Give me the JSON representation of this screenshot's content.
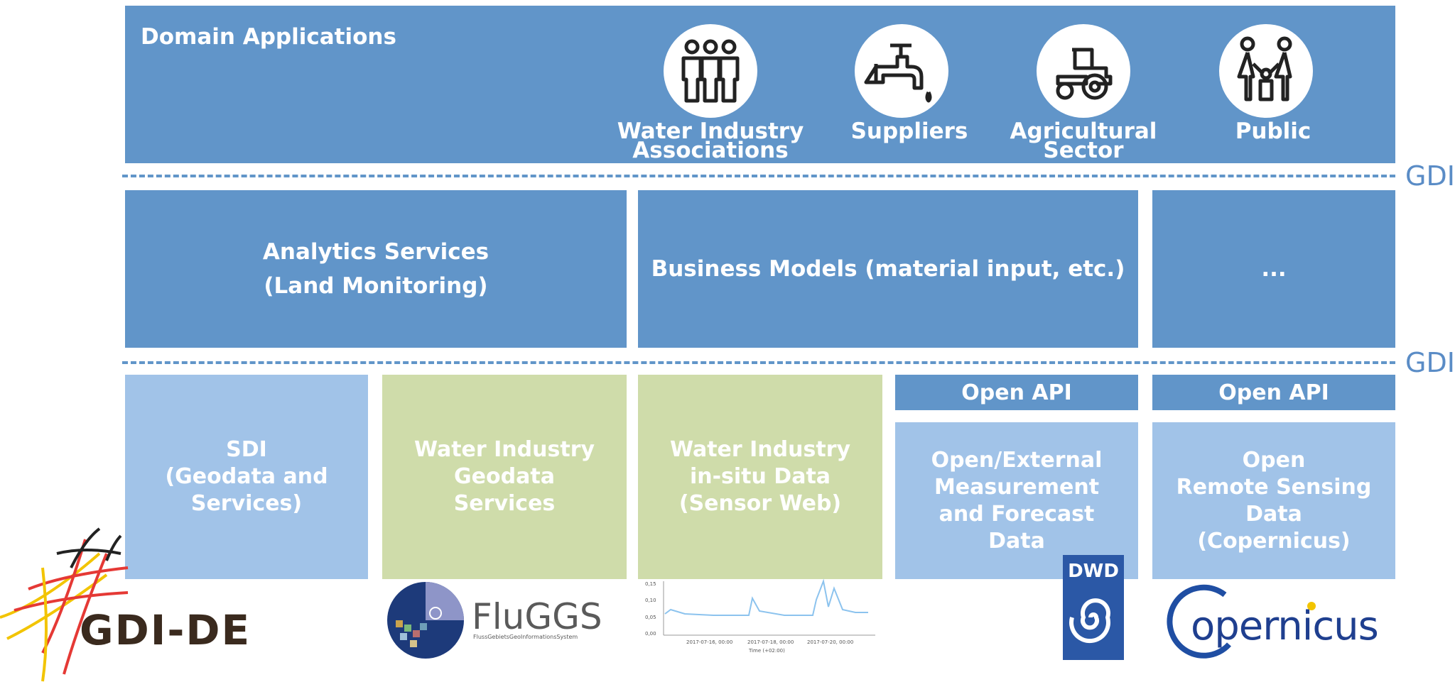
{
  "domain_applications": {
    "title": "Domain Applications",
    "stakeholders": [
      {
        "icon": "people-group-icon",
        "line1": "Water Industry",
        "line2": "Associations"
      },
      {
        "icon": "water-tap-icon",
        "line1": "Suppliers",
        "line2": ""
      },
      {
        "icon": "tractor-icon",
        "line1": "Agricultural",
        "line2": "Sector"
      },
      {
        "icon": "family-icon",
        "line1": "Public",
        "line2": ""
      }
    ]
  },
  "separators": [
    "GDI",
    "GDI"
  ],
  "middle_layer": {
    "analytics": {
      "line1": "Analytics Services",
      "line2": "(Land Monitoring)"
    },
    "business": {
      "line1": "Business Models (material input, etc.)"
    },
    "more": {
      "line1": "..."
    }
  },
  "data_layer": {
    "sdi": {
      "line1": "SDI",
      "line2": "(Geodata and",
      "line3": "Services)"
    },
    "water_geodata": {
      "line1": "Water Industry",
      "line2": "Geodata",
      "line3": "Services"
    },
    "water_insitu": {
      "line1": "Water Industry",
      "line2": "in-situ Data",
      "line3": "(Sensor Web)"
    },
    "open_api_1": "Open API",
    "open_external": {
      "line1": "Open/External",
      "line2": "Measurement",
      "line3": "and Forecast",
      "line4": "Data"
    },
    "open_api_2": "Open API",
    "remote_sensing": {
      "line1": "Open",
      "line2": "Remote Sensing",
      "line3": "Data",
      "line4": "(Copernicus)"
    }
  },
  "logos": {
    "gdi_de": "GDI-DE",
    "fluggs": "FluGGS",
    "fluggs_sub": "FlussGebietsGeoInformationsSystem",
    "dwd": "DWD",
    "copernicus": "opernicus"
  },
  "sensor_chart": {
    "y_ticks": [
      "0,15",
      "0,10",
      "0,05",
      "0,00"
    ],
    "x_ticks": [
      "2017-07-16, 00:00",
      "2017-07-18, 00:00",
      "2017-07-20, 00:00"
    ],
    "x_label": "Time (+02:00)"
  },
  "colors": {
    "dark_blue": "#6195c9",
    "light_blue": "#a1c3e8",
    "green": "#cfdcaa"
  }
}
